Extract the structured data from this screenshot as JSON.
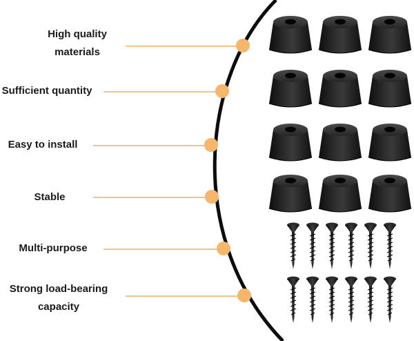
{
  "features": [
    {
      "id": "quality",
      "label_lines": [
        "High quality",
        "materials"
      ]
    },
    {
      "id": "quantity",
      "label_lines": [
        "Sufficient quantity"
      ]
    },
    {
      "id": "install",
      "label_lines": [
        "Easy to install"
      ]
    },
    {
      "id": "stable",
      "label_lines": [
        "Stable"
      ]
    },
    {
      "id": "multi",
      "label_lines": [
        "Multi-purpose"
      ]
    },
    {
      "id": "load",
      "label_lines": [
        "Strong load-bearing",
        "capacity"
      ]
    }
  ],
  "product": {
    "rubber_feet_count": 12,
    "screw_count": 12,
    "feet_color": "#1c1c1c",
    "screw_color": "#141414"
  },
  "colors": {
    "accent": "#f6b66c",
    "leader": "#f2c288",
    "arc": "#0d0d0d",
    "text": "#1a1a1a"
  }
}
